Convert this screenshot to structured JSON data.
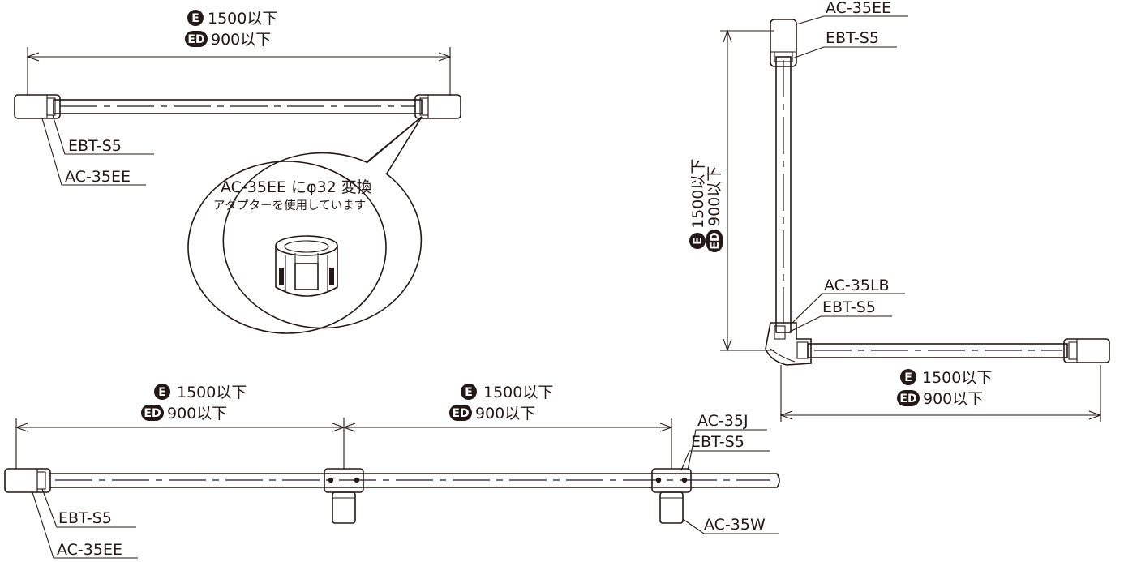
{
  "labels": {
    "badge_e": "E",
    "badge_ed": "ED",
    "dim_e": "1500以下",
    "dim_ed": "900以下",
    "ebt_s5": "EBT-S5",
    "ac_35ee": "AC-35EE",
    "ac_35lb": "AC-35LB",
    "ac_35j": "AC-35J",
    "ac_35w": "AC-35W",
    "callout_line1": "AC-35EE にφ32 変換",
    "callout_line2": "アダプターを使用しています"
  },
  "colors": {
    "line": "#231815",
    "background": "#ffffff"
  }
}
